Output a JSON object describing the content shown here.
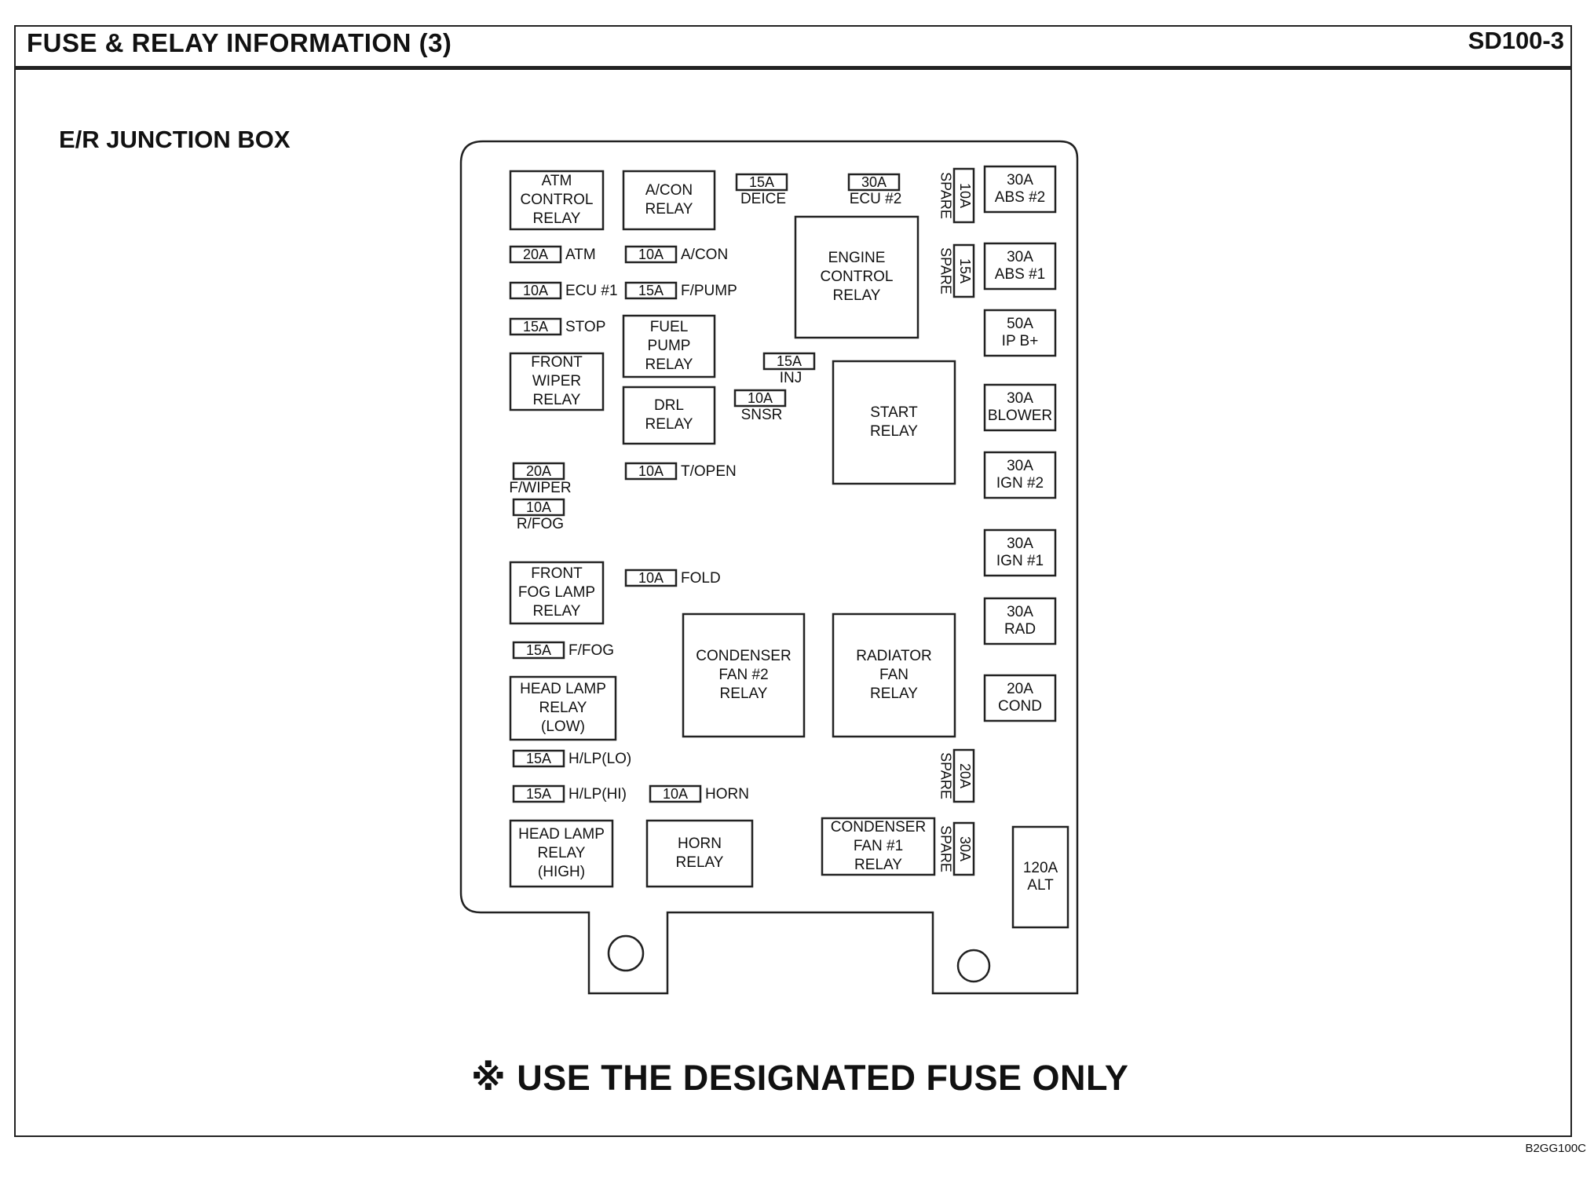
{
  "header": {
    "title": "FUSE & RELAY INFORMATION (3)",
    "code": "SD100-3"
  },
  "section_title": "E/R JUNCTION BOX",
  "notice": {
    "mark": "※",
    "text": "USE THE DESIGNATED FUSE ONLY"
  },
  "image_code": "B2GG100C",
  "relays": [
    {
      "id": "atm-control-relay",
      "lines": [
        "ATM",
        "CONTROL",
        "RELAY"
      ]
    },
    {
      "id": "acon-relay",
      "lines": [
        "A/CON",
        "RELAY"
      ]
    },
    {
      "id": "engine-control-relay",
      "lines": [
        "ENGINE",
        "CONTROL",
        "RELAY"
      ]
    },
    {
      "id": "fuel-pump-relay",
      "lines": [
        "FUEL",
        "PUMP",
        "RELAY"
      ]
    },
    {
      "id": "front-wiper-relay",
      "lines": [
        "FRONT",
        "WIPER",
        "RELAY"
      ]
    },
    {
      "id": "drl-relay",
      "lines": [
        "DRL",
        "RELAY"
      ]
    },
    {
      "id": "start-relay",
      "lines": [
        "START",
        "RELAY"
      ]
    },
    {
      "id": "front-fog-lamp-relay",
      "lines": [
        "FRONT",
        "FOG LAMP",
        "RELAY"
      ]
    },
    {
      "id": "condenser-fan-2-relay",
      "lines": [
        "CONDENSER",
        "FAN #2",
        "RELAY"
      ]
    },
    {
      "id": "radiator-fan-relay",
      "lines": [
        "RADIATOR",
        "FAN",
        "RELAY"
      ]
    },
    {
      "id": "head-lamp-relay-low",
      "lines": [
        "HEAD LAMP",
        "RELAY",
        "(LOW)"
      ]
    },
    {
      "id": "head-lamp-relay-high",
      "lines": [
        "HEAD LAMP",
        "RELAY",
        "(HIGH)"
      ]
    },
    {
      "id": "horn-relay",
      "lines": [
        "HORN",
        "RELAY"
      ]
    },
    {
      "id": "condenser-fan-1-relay",
      "lines": [
        "CONDENSER",
        "FAN #1",
        "RELAY"
      ]
    }
  ],
  "fuses": [
    {
      "id": "fuse-deice",
      "amp": "15A",
      "label": "DEICE"
    },
    {
      "id": "fuse-ecu2",
      "amp": "30A",
      "label": "ECU #2"
    },
    {
      "id": "fuse-atm",
      "amp": "20A",
      "label": "ATM"
    },
    {
      "id": "fuse-acon",
      "amp": "10A",
      "label": "A/CON"
    },
    {
      "id": "fuse-ecu1",
      "amp": "10A",
      "label": "ECU #1"
    },
    {
      "id": "fuse-fpump",
      "amp": "15A",
      "label": "F/PUMP"
    },
    {
      "id": "fuse-stop",
      "amp": "15A",
      "label": "STOP"
    },
    {
      "id": "fuse-inj",
      "amp": "15A",
      "label": "INJ"
    },
    {
      "id": "fuse-snsr",
      "amp": "10A",
      "label": "SNSR"
    },
    {
      "id": "fuse-fwiper",
      "amp": "20A",
      "label": "F/WIPER"
    },
    {
      "id": "fuse-topen",
      "amp": "10A",
      "label": "T/OPEN"
    },
    {
      "id": "fuse-rfog",
      "amp": "10A",
      "label": "R/FOG"
    },
    {
      "id": "fuse-fold",
      "amp": "10A",
      "label": "FOLD"
    },
    {
      "id": "fuse-ffog",
      "amp": "15A",
      "label": "F/FOG"
    },
    {
      "id": "fuse-hlp-lo",
      "amp": "15A",
      "label": "H/LP(LO)"
    },
    {
      "id": "fuse-hlp-hi",
      "amp": "15A",
      "label": "H/LP(HI)"
    },
    {
      "id": "fuse-horn",
      "amp": "10A",
      "label": "HORN"
    }
  ],
  "spare_fuses": [
    {
      "id": "spare-10a",
      "amp": "10A",
      "label": "SPARE"
    },
    {
      "id": "spare-15a",
      "amp": "15A",
      "label": "SPARE"
    },
    {
      "id": "spare-20a",
      "amp": "20A",
      "label": "SPARE"
    },
    {
      "id": "spare-30a",
      "amp": "30A",
      "label": "SPARE"
    }
  ],
  "fusible_links": [
    {
      "id": "link-abs2",
      "amp": "30A",
      "label": "ABS #2"
    },
    {
      "id": "link-abs1",
      "amp": "30A",
      "label": "ABS #1"
    },
    {
      "id": "link-ipb",
      "amp": "50A",
      "label": "IP B+"
    },
    {
      "id": "link-blower",
      "amp": "30A",
      "label": "BLOWER"
    },
    {
      "id": "link-ign2",
      "amp": "30A",
      "label": "IGN #2"
    },
    {
      "id": "link-ign1",
      "amp": "30A",
      "label": "IGN #1"
    },
    {
      "id": "link-rad",
      "amp": "30A",
      "label": "RAD"
    },
    {
      "id": "link-cond",
      "amp": "20A",
      "label": "COND"
    },
    {
      "id": "link-alt",
      "amp": "120A",
      "label": "ALT"
    }
  ]
}
